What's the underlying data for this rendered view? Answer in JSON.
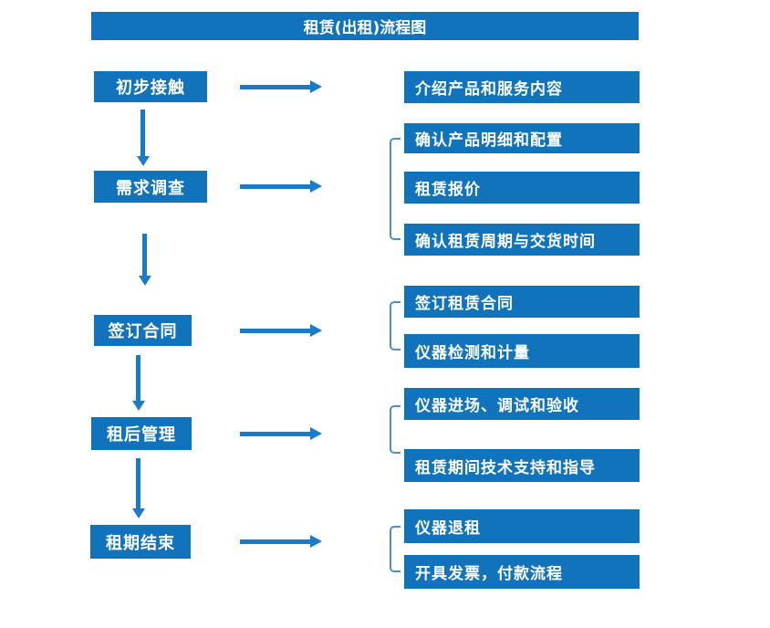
{
  "title": "租赁(出租)流程图",
  "colors": {
    "box-blue": "#1173bc",
    "arrow-blue": "#1b7bcb",
    "bracket-blue": "#4c8fc4",
    "text-white": "#ffffff"
  },
  "steps": [
    {
      "label": "初步接触",
      "details": [
        "介绍产品和服务内容"
      ]
    },
    {
      "label": "需求调查",
      "details": [
        "确认产品明细和配置",
        "租赁报价",
        "确认租赁周期与交货时间"
      ]
    },
    {
      "label": "签订合同",
      "details": [
        "签订租赁合同",
        "仪器检测和计量"
      ]
    },
    {
      "label": "租后管理",
      "details": [
        "仪器进场、调试和验收",
        "租赁期间技术支持和指导"
      ]
    },
    {
      "label": "租期结束",
      "details": [
        "仪器退租",
        "开具发票，付款流程"
      ]
    }
  ]
}
